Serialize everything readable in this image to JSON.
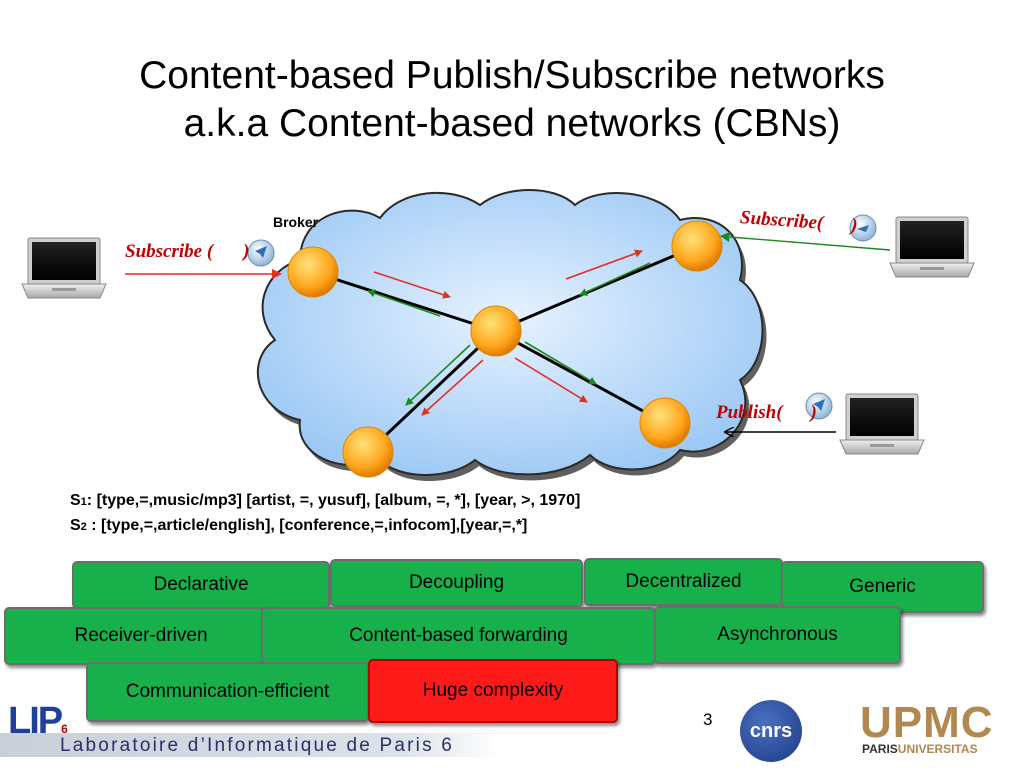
{
  "title": {
    "line1": "Content-based Publish/Subscribe networks",
    "line2": "a.k.a Content-based networks (CBNs)"
  },
  "diagram": {
    "broker_label": "Broker",
    "subscribe_left_label": "Subscribe (",
    "subscribe_left_close": ")",
    "subscribe_right_label": "Subscribe(",
    "subscribe_right_close": ")",
    "publish_label": "Publish(",
    "publish_close": ")"
  },
  "subscriptions": {
    "s1_prefix": "S",
    "s1_index": "1",
    "s1_text": ": [type,=,music/mp3] [artist, =, yusuf], [album, =, *], [year, >, 1970]",
    "s2_prefix": "S",
    "s2_index": "2",
    "s2_text": " : [type,=,article/english], [conference,=,infocom],[year,=,*]"
  },
  "properties": {
    "declarative": "Declarative",
    "decoupling": "Decoupling",
    "decentralized": "Decentralized",
    "generic": "Generic",
    "receiver_driven": "Receiver-driven",
    "content_forwarding": "Content-based forwarding",
    "asynchronous": "Asynchronous",
    "communication_efficient": "Communication-efficient",
    "huge_complexity": "Huge complexity"
  },
  "colors": {
    "property_green": "#17b04a",
    "property_red": "#ff1a1a",
    "cloud": "#b9d8fb",
    "broker_node": "#ffa51c",
    "arrow_red": "#e03020",
    "arrow_green": "#1a8a1a"
  },
  "footer": {
    "page_number": "3",
    "lab_name": "Laboratoire d’Informatique de Paris 6",
    "lip_logo": "LIP",
    "lip_logo_sup": "6",
    "cnrs_logo": "cnrs",
    "upmc_logo": "UPMC",
    "upmc_sub_a": "PARIS",
    "upmc_sub_b": "UNIVERSITAS"
  },
  "icons": {
    "laptop": "laptop-icon",
    "message": "message-icon"
  }
}
